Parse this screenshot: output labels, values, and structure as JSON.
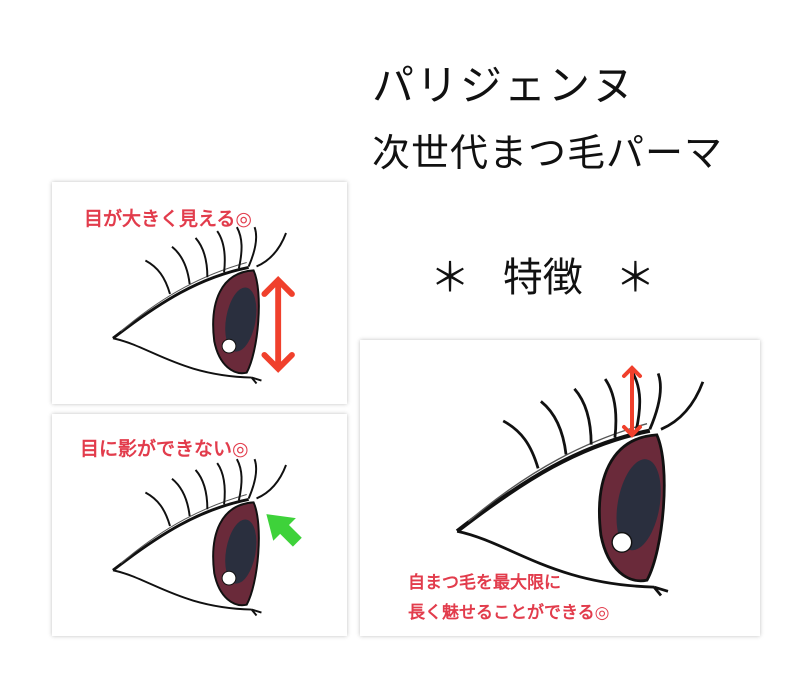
{
  "header": {
    "title": "パリジェンヌ",
    "subtitle": "次世代まつ毛パーマ",
    "feature_heading": "＊ 特徴 ＊"
  },
  "panels": [
    {
      "caption": "目が大きく見える◎",
      "indicator": "double-arrow-vertical",
      "indicator_color": "#f0402c"
    },
    {
      "caption": "目に影ができない◎",
      "indicator": "arrow-up-left",
      "indicator_color": "#3ed23a"
    },
    {
      "caption_line1": "自まつ毛を最大限に",
      "caption_line2": "長く魅せることができる◎",
      "indicator": "double-arrow-vertical",
      "indicator_color": "#f0402c"
    }
  ],
  "colors": {
    "caption": "#e23c4c",
    "iris": "#6a2a3a",
    "pupil": "#2a2f3e"
  }
}
